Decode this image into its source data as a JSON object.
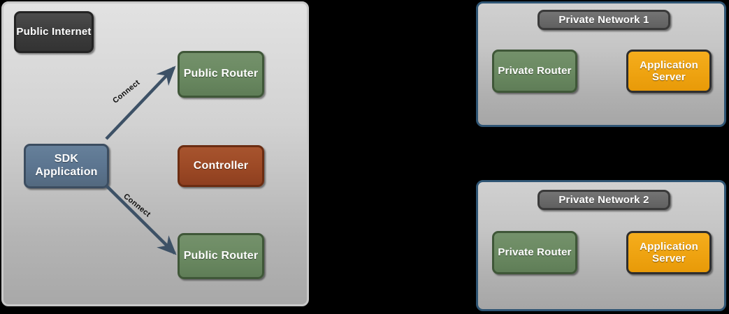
{
  "diagram": {
    "type": "network-topology",
    "background_color": "#000000",
    "public_zone": {
      "label": "Public Internet",
      "panel_border_color": "#c9c9c9",
      "nodes": [
        {
          "id": "public-internet-label",
          "label": "Public Internet",
          "style": "dark",
          "color": "#3b3b3b"
        },
        {
          "id": "public-router-top",
          "label": "Public Router",
          "style": "green",
          "color": "#6b8a62"
        },
        {
          "id": "sdk-application",
          "label": "SDK Application",
          "style": "slate",
          "color": "#5c7590"
        },
        {
          "id": "controller",
          "label": "Controller",
          "style": "rust",
          "color": "#9d4a26"
        },
        {
          "id": "public-router-bottom",
          "label": "Public Router",
          "style": "green",
          "color": "#6b8a62"
        }
      ],
      "edges": [
        {
          "from": "sdk-application",
          "to": "public-router-top",
          "label": "Connect",
          "color": "#3d5166"
        },
        {
          "from": "sdk-application",
          "to": "public-router-bottom",
          "label": "Connect",
          "color": "#3d5166"
        }
      ]
    },
    "private_zones": [
      {
        "id": "private-network-1",
        "title": "Private Network 1",
        "panel_border_color": "#2f5574",
        "nodes": [
          {
            "id": "private-router-1",
            "label": "Private Router",
            "style": "green",
            "color": "#6b8a62"
          },
          {
            "id": "application-server-1",
            "label": "Application Server",
            "style": "orange",
            "color": "#efa412"
          }
        ]
      },
      {
        "id": "private-network-2",
        "title": "Private Network 2",
        "panel_border_color": "#2f5574",
        "nodes": [
          {
            "id": "private-router-2",
            "label": "Private Router",
            "style": "green",
            "color": "#6b8a62"
          },
          {
            "id": "application-server-2",
            "label": "Application Server",
            "style": "orange",
            "color": "#efa412"
          }
        ]
      }
    ]
  }
}
